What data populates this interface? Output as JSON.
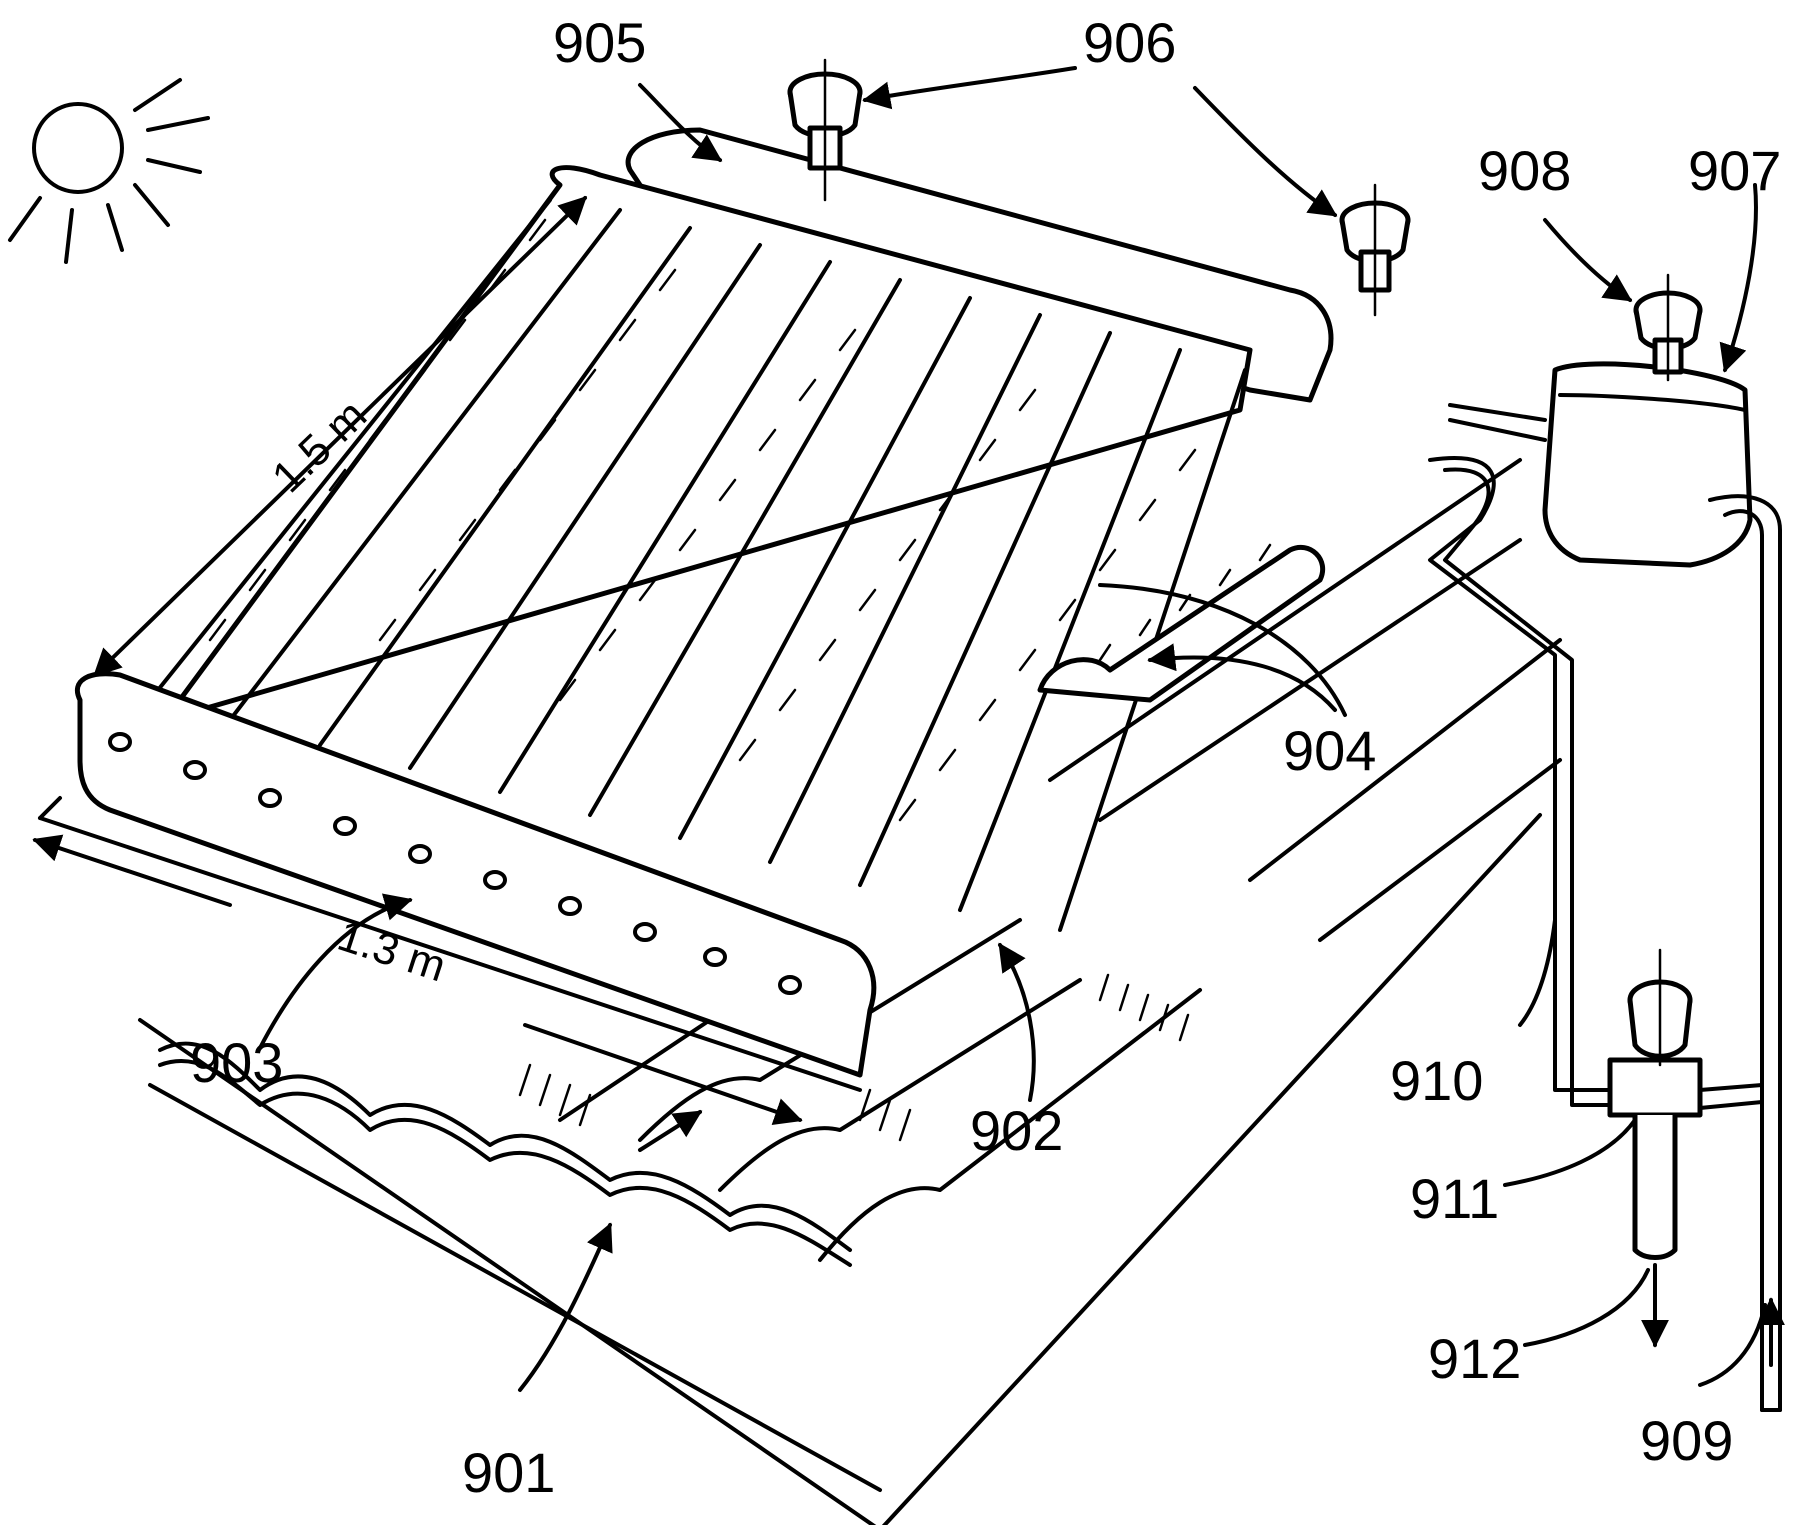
{
  "labels": {
    "l901": "901",
    "l902": "902",
    "l903": "903",
    "l904": "904",
    "l905": "905",
    "l906": "906",
    "l907": "907",
    "l908": "908",
    "l909": "909",
    "l910": "910",
    "l911": "911",
    "l912": "912"
  },
  "dimensions": {
    "length": "1.5 m",
    "width": "1.3 m"
  },
  "colors": {
    "ink": "#000000",
    "paper": "#ffffff"
  },
  "icons": [
    "sun-icon",
    "flow-arrow-icon"
  ]
}
